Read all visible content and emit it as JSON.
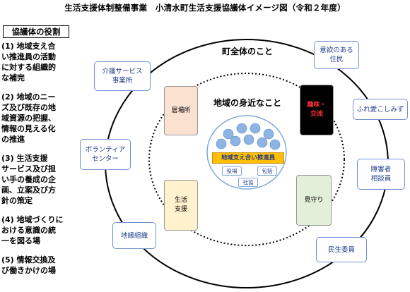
{
  "title": "生活支援体制整備事業　小清水町生活支援協議体イメージ図（令和２年度）",
  "sidebar": {
    "heading": "協議体の役割",
    "roles": [
      "(1) 地域支え合\nい推進員の活動\nに対する組織的\nな補完",
      "(2) 地域のニー\nズ及び既存の地\n域資源の把握、\n情報の見える化\nの推進",
      "(3) 生活支援\nサービス及び担\nい手の養成の企\n画、立案及び方\n針の策定",
      "(4) 地域づくりに\nおける意識の統\n一を図る場",
      "(5) 情報交換及\nび働きかけの場"
    ]
  },
  "outer_ring_label": "町全体のこと",
  "inner_ring_label": "地域の身近なこと",
  "outer_items": {
    "care_services": "介護サービス\n事業所",
    "volunteer_center": "ボランティア\nセンター",
    "regional_org": "地縁組織",
    "motivated_residents": "意欲のある\n住民",
    "fureai": "ふれ愛こしみず",
    "disability_counselor": "障害者\n相談員",
    "welfare_commissioner": "民生委員"
  },
  "inner_items": {
    "ibasho": {
      "label": "居場所",
      "color": "#fbe1cf"
    },
    "seikatsu_shien": {
      "label": "生活\n支援",
      "color": "#fff2cc"
    },
    "shumi_koryu": {
      "label": "趣味・\n交流",
      "color": "#000000"
    },
    "mimamori": {
      "label": "見守り",
      "color": "#e2efd9"
    }
  },
  "center": {
    "supporter": "地域支え合い推進員",
    "tags": {
      "yakuba": "役場",
      "houkatsu": "包括",
      "shakyo": "社協"
    }
  },
  "colors": {
    "outer_circle": "#000000",
    "box_border": "#6f8fd0",
    "person": "#8eb4e3"
  }
}
